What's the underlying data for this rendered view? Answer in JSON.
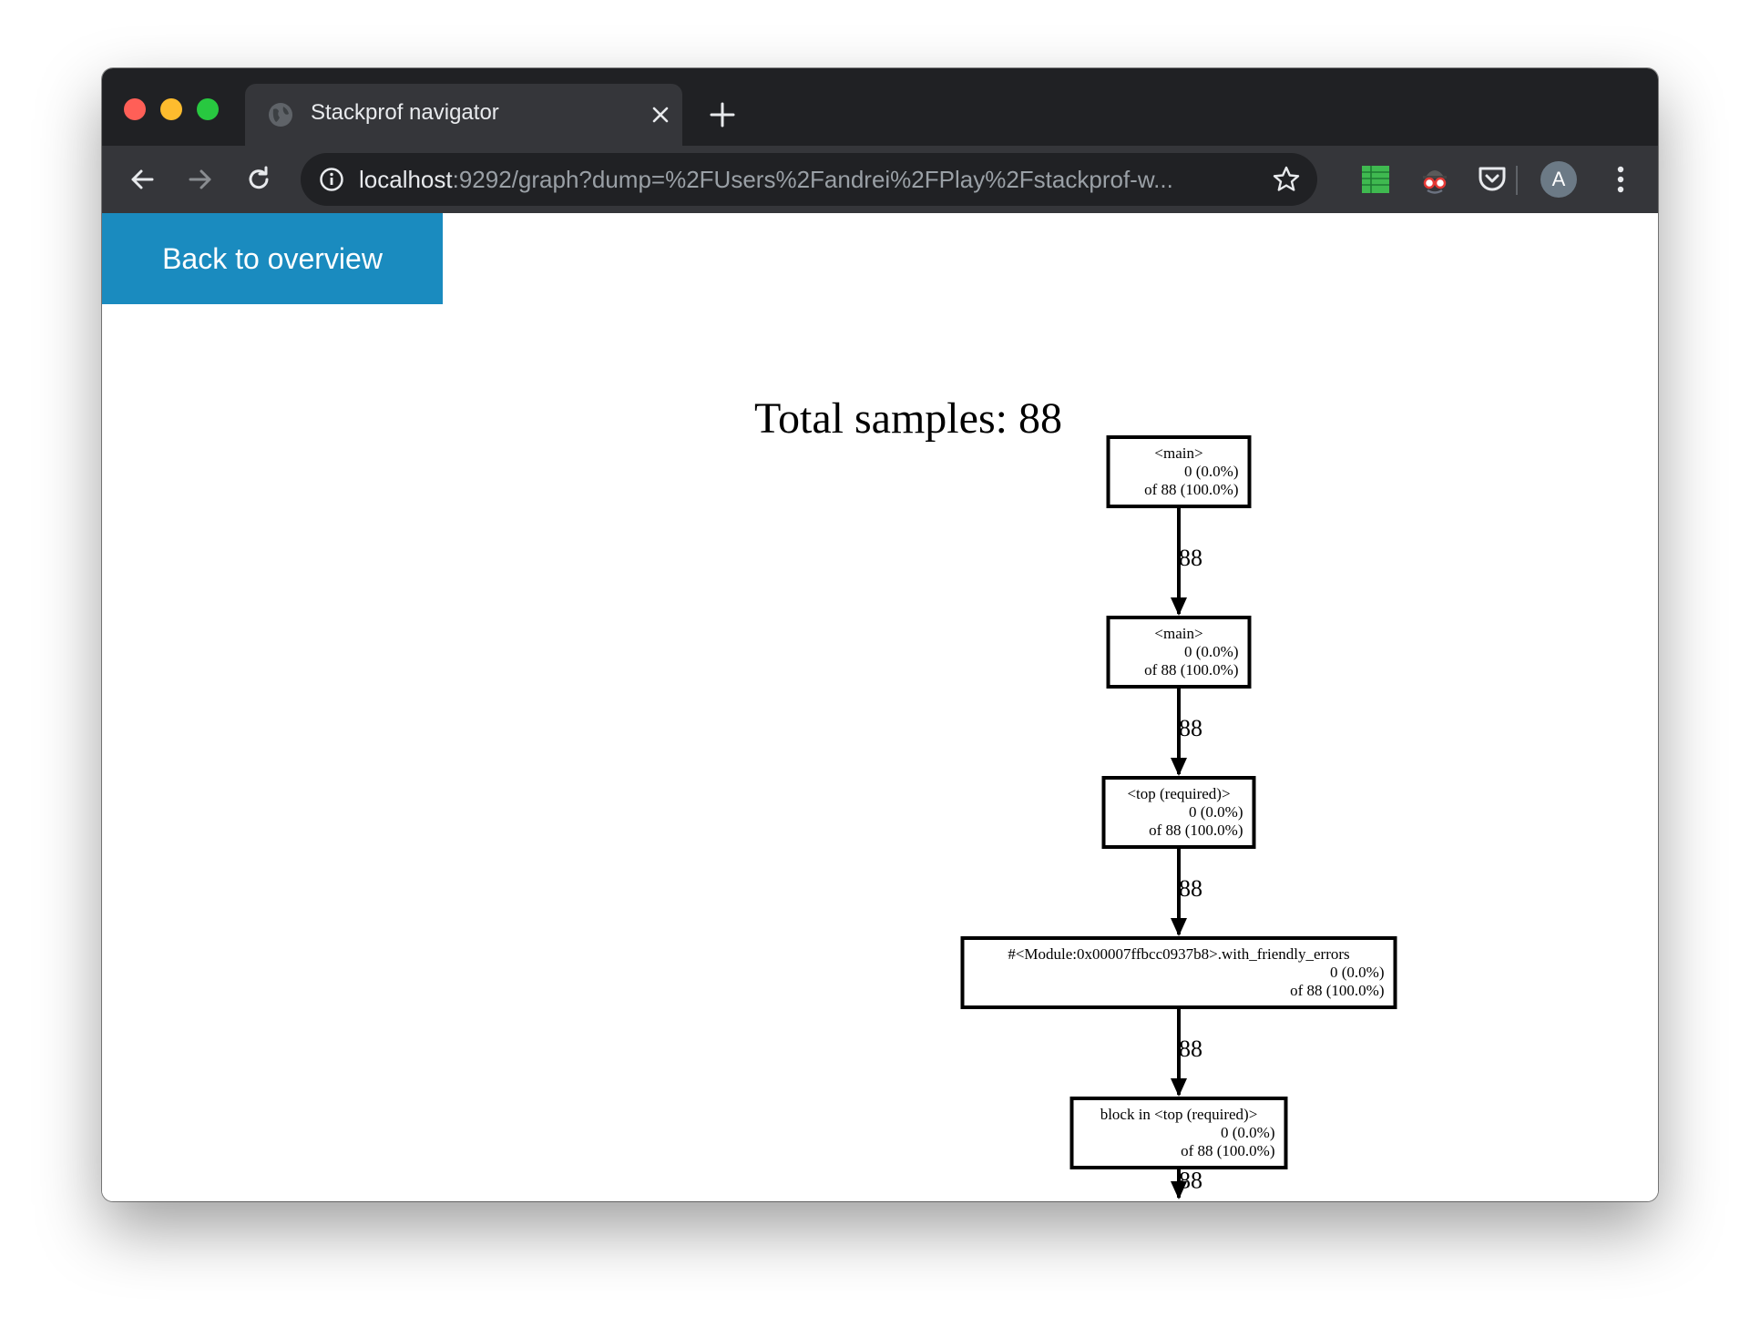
{
  "browser": {
    "tab": {
      "title": "Stackprof navigator",
      "favicon": "globe-icon"
    },
    "address_bar": {
      "host": "localhost",
      "rest": ":9292/graph?dump=%2FUsers%2Fandrei%2FPlay%2Fstackprof-w..."
    },
    "profile_initial": "A",
    "icons": [
      "back-icon",
      "forward-icon",
      "reload-icon",
      "info-icon",
      "bookmark-star-icon",
      "spreadsheet-extension-icon",
      "spy-extension-icon",
      "pocket-icon",
      "more-menu-icon",
      "close-icon",
      "plus-icon"
    ]
  },
  "page": {
    "back_button": "Back to overview",
    "total_samples_label": "Total samples: 88"
  },
  "colors": {
    "accent": "#1a8bbf",
    "browser_dark": "#202124",
    "browser_toolbar": "#35363a"
  },
  "graph": {
    "nodes": [
      {
        "lines": [
          "<main>",
          "0 (0.0%)",
          "of 88 (100.0%)"
        ]
      },
      {
        "lines": [
          "<main>",
          "0 (0.0%)",
          "of 88 (100.0%)"
        ]
      },
      {
        "lines": [
          "<top (required)>",
          "0 (0.0%)",
          "of 88 (100.0%)"
        ]
      },
      {
        "lines": [
          "#<Module:0x00007ffbcc0937b8>.with_friendly_errors",
          "0 (0.0%)",
          "of 88 (100.0%)"
        ]
      },
      {
        "lines": [
          "block in <top (required)>",
          "0 (0.0%)",
          "of 88 (100.0%)"
        ]
      }
    ],
    "edges": [
      {
        "label": "88"
      },
      {
        "label": "88"
      },
      {
        "label": "88"
      },
      {
        "label": "88"
      },
      {
        "label": "88"
      }
    ]
  }
}
